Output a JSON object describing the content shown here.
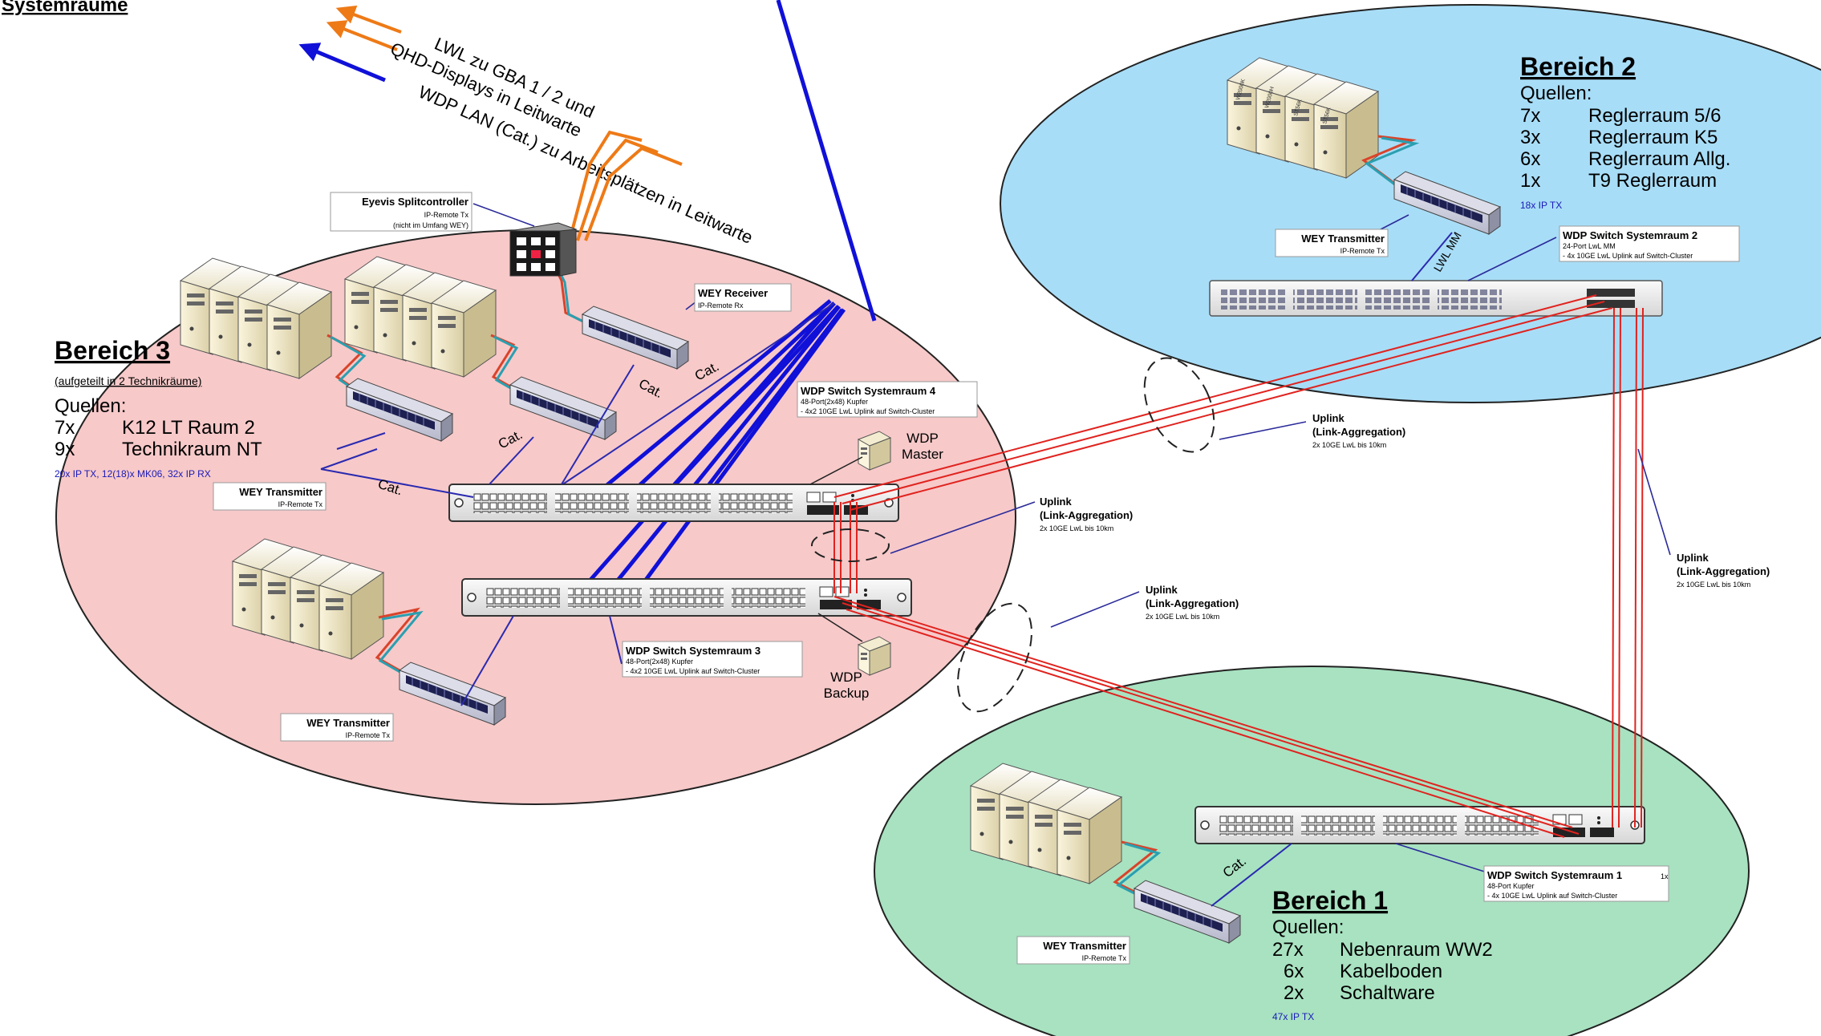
{
  "page_title": "Systemräume",
  "top_arrows": {
    "lwl_label": "LWL zu GBA 1 / 2 und",
    "qhd_label": "QHD-Displays in Leitwarte",
    "wdp_label": "WDP LAN (Cat.) zu Arbeitsplätzen in Leitwarte",
    "colors": {
      "orange": "#ee7a16",
      "blue": "#1010d8"
    }
  },
  "bereich3": {
    "title": "Bereich 3",
    "subtitle": "(aufgeteilt in 2 Technikräume)",
    "sources_heading": "Quellen:",
    "sources": [
      {
        "count": "7x",
        "name": "K12 LT Raum 2"
      },
      {
        "count": "9x",
        "name": "Technikraum NT"
      }
    ],
    "summary": "20x IP TX, 12(18)x MK06, 32x IP RX",
    "fill": "#f7c9c9"
  },
  "bereich2": {
    "title": "Bereich 2",
    "sources_heading": "Quellen:",
    "sources": [
      {
        "count": "7x",
        "name": "Reglerraum 5/6"
      },
      {
        "count": "3x",
        "name": "Reglerraum K5"
      },
      {
        "count": "6x",
        "name": "Reglerraum Allg."
      },
      {
        "count": "1x",
        "name": "T9 Reglerraum"
      }
    ],
    "summary": "18x IP TX",
    "fill": "#a8ddf7"
  },
  "bereich1": {
    "title": "Bereich 1",
    "sources_heading": "Quellen:",
    "sources": [
      {
        "count": "27x",
        "name": "Nebenraum WW2"
      },
      {
        "count": "6x",
        "name": "Kabelboden"
      },
      {
        "count": "2x",
        "name": "Schaltware"
      }
    ],
    "summary": "47x IP TX",
    "fill": "#a8e2c1"
  },
  "labels": {
    "eyevis": {
      "title": "Eyevis Splitcontroller",
      "line1": "IP-Remote Tx",
      "line2": "(nicht im Umfang WEY)"
    },
    "wey_receiver": {
      "title": "WEY Receiver",
      "line1": "IP-Remote Rx"
    },
    "wey_tx_b3_top": {
      "title": "WEY Transmitter",
      "line1": "IP-Remote Tx"
    },
    "wey_tx_b3_bottom": {
      "title": "WEY Transmitter",
      "line1": "IP-Remote Tx"
    },
    "wey_tx_b2": {
      "title": "WEY Transmitter",
      "line1": "IP-Remote Tx"
    },
    "wey_tx_b1": {
      "title": "WEY Transmitter",
      "line1": "IP-Remote Tx"
    },
    "switch4": {
      "title": "WDP Switch Systemraum 4",
      "line1": "48-Port(2x48) Kupfer",
      "line2": "- 4x2 10GE LwL Uplink auf Switch-Cluster"
    },
    "switch3": {
      "title": "WDP Switch Systemraum 3",
      "line1": "48-Port(2x48) Kupfer",
      "line2": "- 4x2 10GE LwL Uplink auf Switch-Cluster"
    },
    "switch2": {
      "title": "WDP Switch Systemraum 2",
      "line1": "24-Port LwL MM",
      "line2": "- 4x 10GE LwL Uplink auf Switch-Cluster"
    },
    "switch1": {
      "title": "WDP Switch Systemraum 1",
      "title_suffix": "1x",
      "line1": "48-Port Kupfer",
      "line2": "- 4x 10GE LwL Uplink auf Switch-Cluster"
    },
    "wdp_master": {
      "line1": "WDP",
      "line2": "Master"
    },
    "wdp_backup": {
      "line1": "WDP",
      "line2": "Backup"
    },
    "uplink_a": {
      "title": "Uplink",
      "line1": "(Link-Aggregation)",
      "line2": "2x 10GE LwL bis 10km"
    },
    "uplink_b": {
      "title": "Uplink",
      "line1": "(Link-Aggregation)",
      "line2": "2x 10GE LwL bis 10km"
    },
    "uplink_c": {
      "title": "Uplink",
      "line1": "(Link-Aggregation)",
      "line2": "2x 10GE LwL bis 10km"
    },
    "uplink_d": {
      "title": "Uplink",
      "line1": "(Link-Aggregation)",
      "line2": "2x 10GE LwL bis 10km"
    },
    "cat": "Cat.",
    "lwl_mm": "LWL MM"
  },
  "server_labels": [
    "W2000K",
    "W2000H",
    "ST56K",
    "ST56K"
  ]
}
